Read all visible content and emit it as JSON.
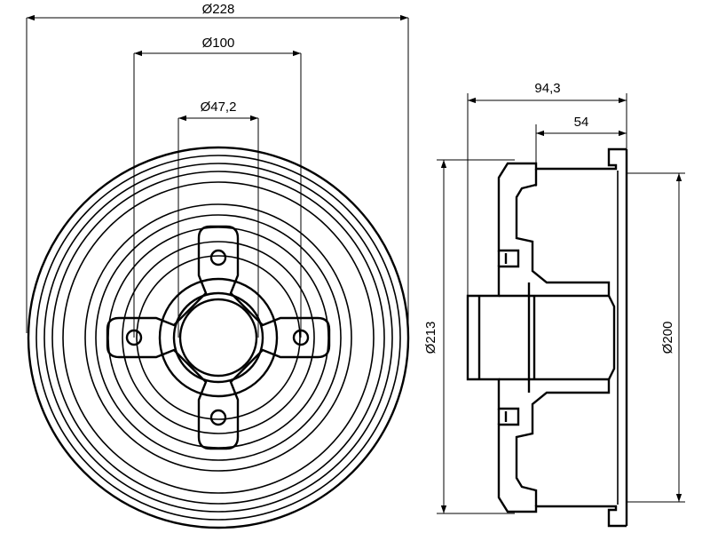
{
  "front_view": {
    "dim_outer": "Ø228",
    "dim_pcd": "Ø100",
    "dim_center_bore": "Ø47,2"
  },
  "side_view": {
    "dim_total_height": "94,3",
    "dim_hub_height": "54",
    "dim_outer_left": "Ø213",
    "dim_outer_right": "Ø200"
  },
  "colors": {
    "line": "#000000",
    "background": "#ffffff"
  }
}
